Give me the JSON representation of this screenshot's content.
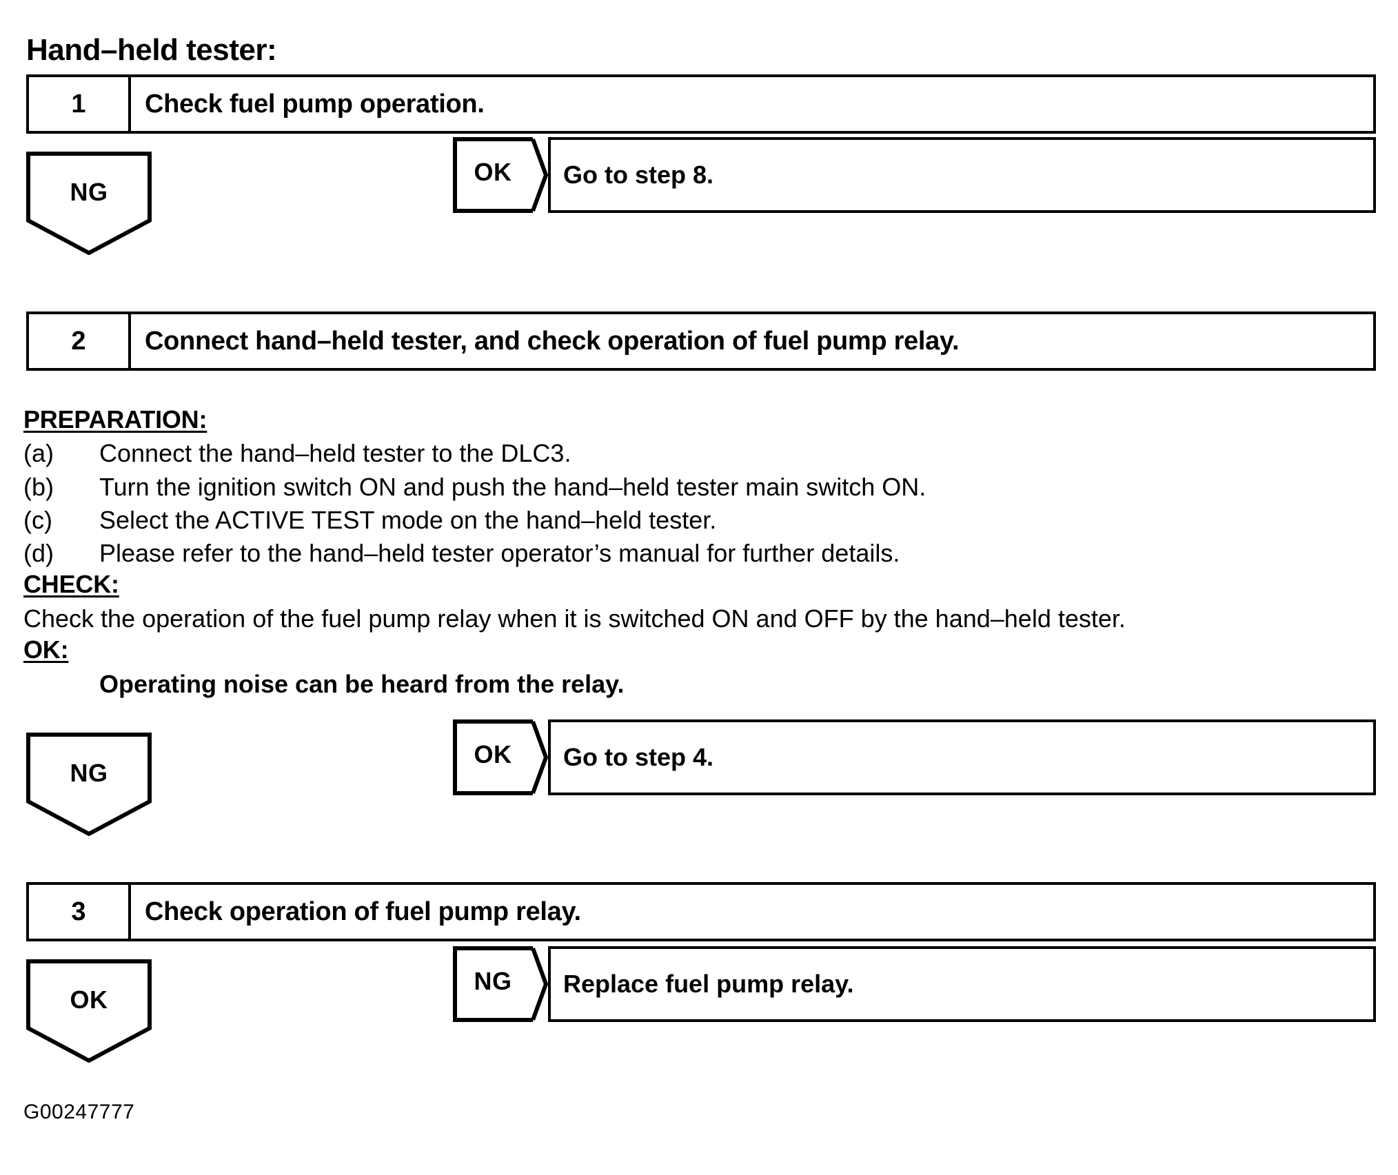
{
  "document": {
    "title": "Hand–held tester:",
    "code_label": "G00247777"
  },
  "steps": [
    {
      "number": "1",
      "text": "Check fuel pump operation."
    },
    {
      "number": "2",
      "text": "Connect hand–held tester, and check operation of fuel pump relay."
    },
    {
      "number": "3",
      "text": "Check operation of fuel pump relay."
    }
  ],
  "branches": [
    {
      "down_label": "NG",
      "side_label": "OK",
      "result": "Go to step 8."
    },
    {
      "down_label": "NG",
      "side_label": "OK",
      "result": "Go to step 4."
    },
    {
      "down_label": "OK",
      "side_label": "NG",
      "result": "Replace fuel pump relay."
    }
  ],
  "prose": {
    "preparation_heading": "PREPARATION:",
    "preparation_items": [
      {
        "mark": "(a)",
        "text": "Connect the hand–held tester to the DLC3."
      },
      {
        "mark": "(b)",
        "text": "Turn the ignition switch ON and push the hand–held tester main switch ON."
      },
      {
        "mark": "(c)",
        "text": "Select the ACTIVE TEST mode on the hand–held tester."
      },
      {
        "mark": "(d)",
        "text": "Please refer to the hand–held tester operator’s manual for further details."
      }
    ],
    "check_heading": "CHECK:",
    "check_text": "Check the operation of the fuel pump relay when it is switched ON and OFF by the hand–held tester.",
    "ok_heading": "OK:",
    "ok_text": "Operating noise can be heard from the relay."
  },
  "colors": {
    "ink": "#000000",
    "paper": "#ffffff"
  }
}
